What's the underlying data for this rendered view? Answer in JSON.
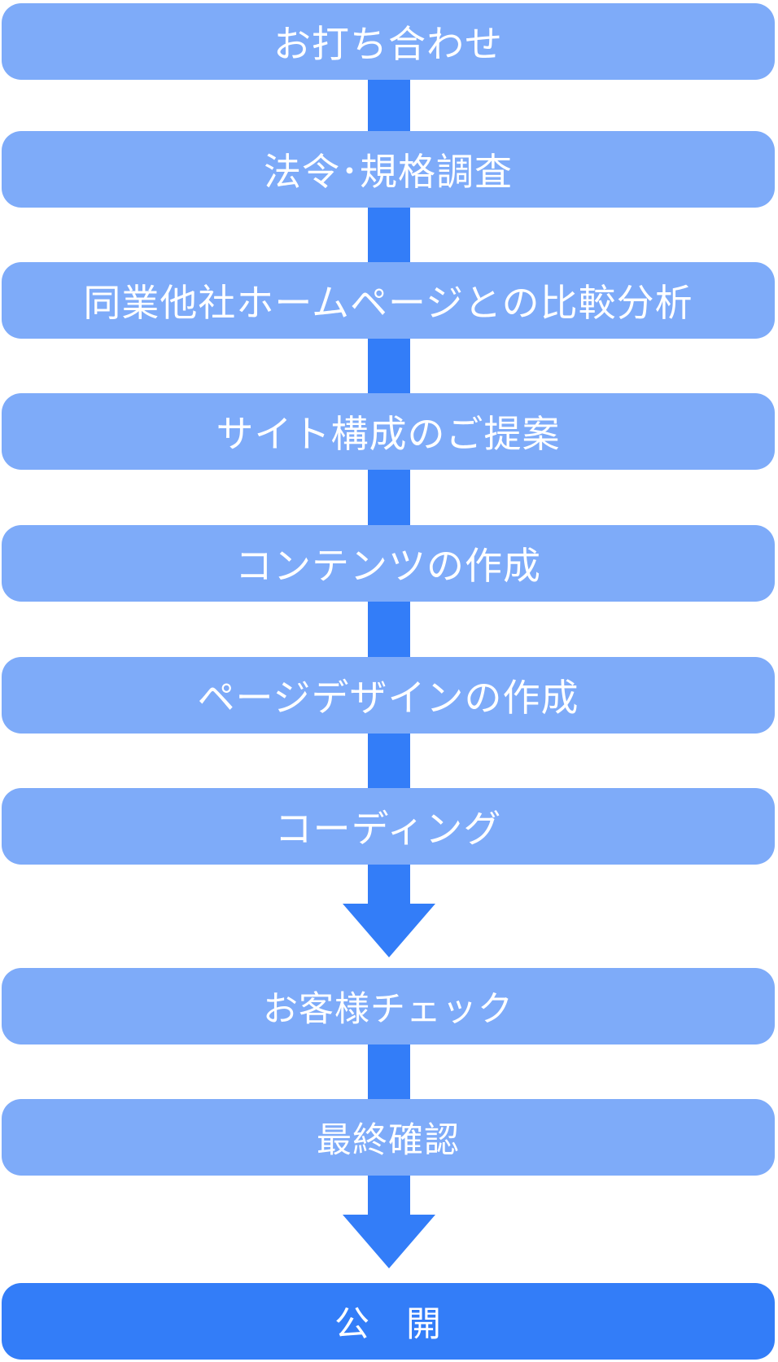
{
  "diagram": {
    "steps": [
      {
        "id": "meeting",
        "label": "お打ち合わせ",
        "variant": "normal",
        "connector_after": "bar"
      },
      {
        "id": "regulation-research",
        "label": "法令･規格調査",
        "variant": "normal",
        "connector_after": "bar"
      },
      {
        "id": "competitor-analysis",
        "label": "同業他社ホームページとの比較分析",
        "variant": "normal",
        "connector_after": "bar"
      },
      {
        "id": "site-structure-proposal",
        "label": "サイト構成のご提案",
        "variant": "normal",
        "connector_after": "bar"
      },
      {
        "id": "content-creation",
        "label": "コンテンツの作成",
        "variant": "normal",
        "connector_after": "bar"
      },
      {
        "id": "page-design-creation",
        "label": "ページデザインの作成",
        "variant": "normal",
        "connector_after": "bar"
      },
      {
        "id": "coding",
        "label": "コーディング",
        "variant": "normal",
        "connector_after": "arrow"
      },
      {
        "id": "customer-check",
        "label": "お客様チェック",
        "variant": "normal",
        "connector_after": "bar"
      },
      {
        "id": "final-confirmation",
        "label": "最終確認",
        "variant": "normal",
        "connector_after": "arrow"
      },
      {
        "id": "publish",
        "label": "公　開",
        "variant": "accent",
        "connector_after": "none"
      }
    ],
    "colors": {
      "box_fill": "#7EABF9",
      "accent_fill": "#337DF8",
      "connector_fill": "#337DF8",
      "text": "#FFFFFF"
    }
  }
}
